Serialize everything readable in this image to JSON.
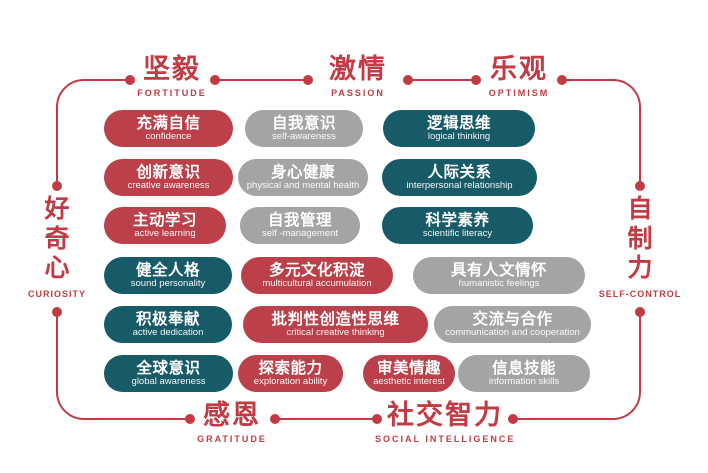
{
  "palette": {
    "red": "#C23B44",
    "pill_red": "#BC4049",
    "pill_teal": "#175A68",
    "pill_gray": "#A4A4A6"
  },
  "frame": {
    "top_nodes": [
      {
        "zh": "坚毅",
        "en": "FORTITUDE"
      },
      {
        "zh": "激情",
        "en": "PASSION"
      },
      {
        "zh": "乐观",
        "en": "OPTIMISM"
      }
    ],
    "left_node": {
      "zh": "好奇心",
      "en": "CURIOSITY"
    },
    "right_node": {
      "zh": "自制力",
      "en": "SELF-CONTROL"
    },
    "bottom_nodes": [
      {
        "zh": "感恩",
        "en": "GRATITUDE"
      },
      {
        "zh": "社交智力",
        "en": "SOCIAL INTELLIGENCE"
      }
    ]
  },
  "rows": [
    {
      "items": [
        {
          "zh": "充满自信",
          "en": "confidence",
          "color": "red"
        },
        {
          "zh": "自我意识",
          "en": "self-awareness",
          "color": "gray"
        },
        {
          "zh": "逻辑思维",
          "en": "logical thinking",
          "color": "teal"
        }
      ]
    },
    {
      "items": [
        {
          "zh": "创新意识",
          "en": "creative awareness",
          "color": "red"
        },
        {
          "zh": "身心健康",
          "en": "physical and mental health",
          "color": "gray"
        },
        {
          "zh": "人际关系",
          "en": "interpersonal relationship",
          "color": "teal"
        }
      ]
    },
    {
      "items": [
        {
          "zh": "主动学习",
          "en": "active learning",
          "color": "red"
        },
        {
          "zh": "自我管理",
          "en": "self -management",
          "color": "gray"
        },
        {
          "zh": "科学素养",
          "en": "scientific literacy",
          "color": "teal"
        }
      ]
    },
    {
      "items": [
        {
          "zh": "健全人格",
          "en": "sound personality",
          "color": "teal"
        },
        {
          "zh": "多元文化积淀",
          "en": "multicultural accumulation",
          "color": "red"
        },
        {
          "zh": "具有人文情怀",
          "en": "humanistic feelings",
          "color": "gray"
        }
      ]
    },
    {
      "items": [
        {
          "zh": "积极奉献",
          "en": "active dedication",
          "color": "teal"
        },
        {
          "zh": "批判性创造性思维",
          "en": "critical creative thinking",
          "color": "red"
        },
        {
          "zh": "交流与合作",
          "en": "communication and cooperation",
          "color": "gray"
        }
      ]
    },
    {
      "items": [
        {
          "zh": "全球意识",
          "en": "global awareness",
          "color": "teal"
        },
        {
          "zh": "探索能力",
          "en": "exploration ability",
          "color": "red"
        },
        {
          "zh": "审美情趣",
          "en": "aesthetic interest",
          "color": "red"
        },
        {
          "zh": "信息技能",
          "en": "information skills",
          "color": "gray"
        }
      ]
    }
  ]
}
